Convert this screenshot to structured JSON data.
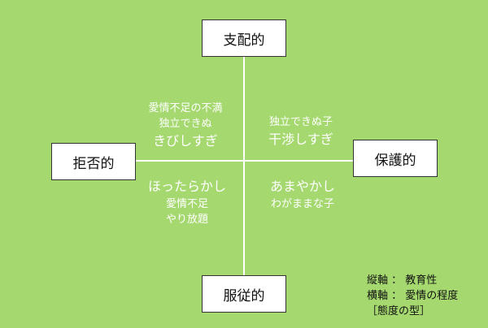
{
  "axes": {
    "top": "支配的",
    "bottom": "服従的",
    "left": "拒否的",
    "right": "保護的"
  },
  "quadrants": {
    "top_left": {
      "line1": "愛情不足の不満",
      "line2": "独立できぬ",
      "line3": "きびしすぎ"
    },
    "top_right": {
      "line1": "独立できぬ子",
      "line2": "干渉しすぎ"
    },
    "bottom_left": {
      "line1": "ほったらかし",
      "line2": "愛情不足",
      "line3": "やり放題"
    },
    "bottom_right": {
      "line1": "あまやかし",
      "line2": "わがままな子"
    }
  },
  "legend": {
    "vertical": "縦軸 ： 教育性",
    "horizontal": "横軸 ： 愛情の程度",
    "caption": "［態度の型］"
  },
  "colors": {
    "background": "#a5d86f",
    "quadrant_text": "#ffffff",
    "box_fill": "#ffffff",
    "axis_line": "#ffffff"
  }
}
